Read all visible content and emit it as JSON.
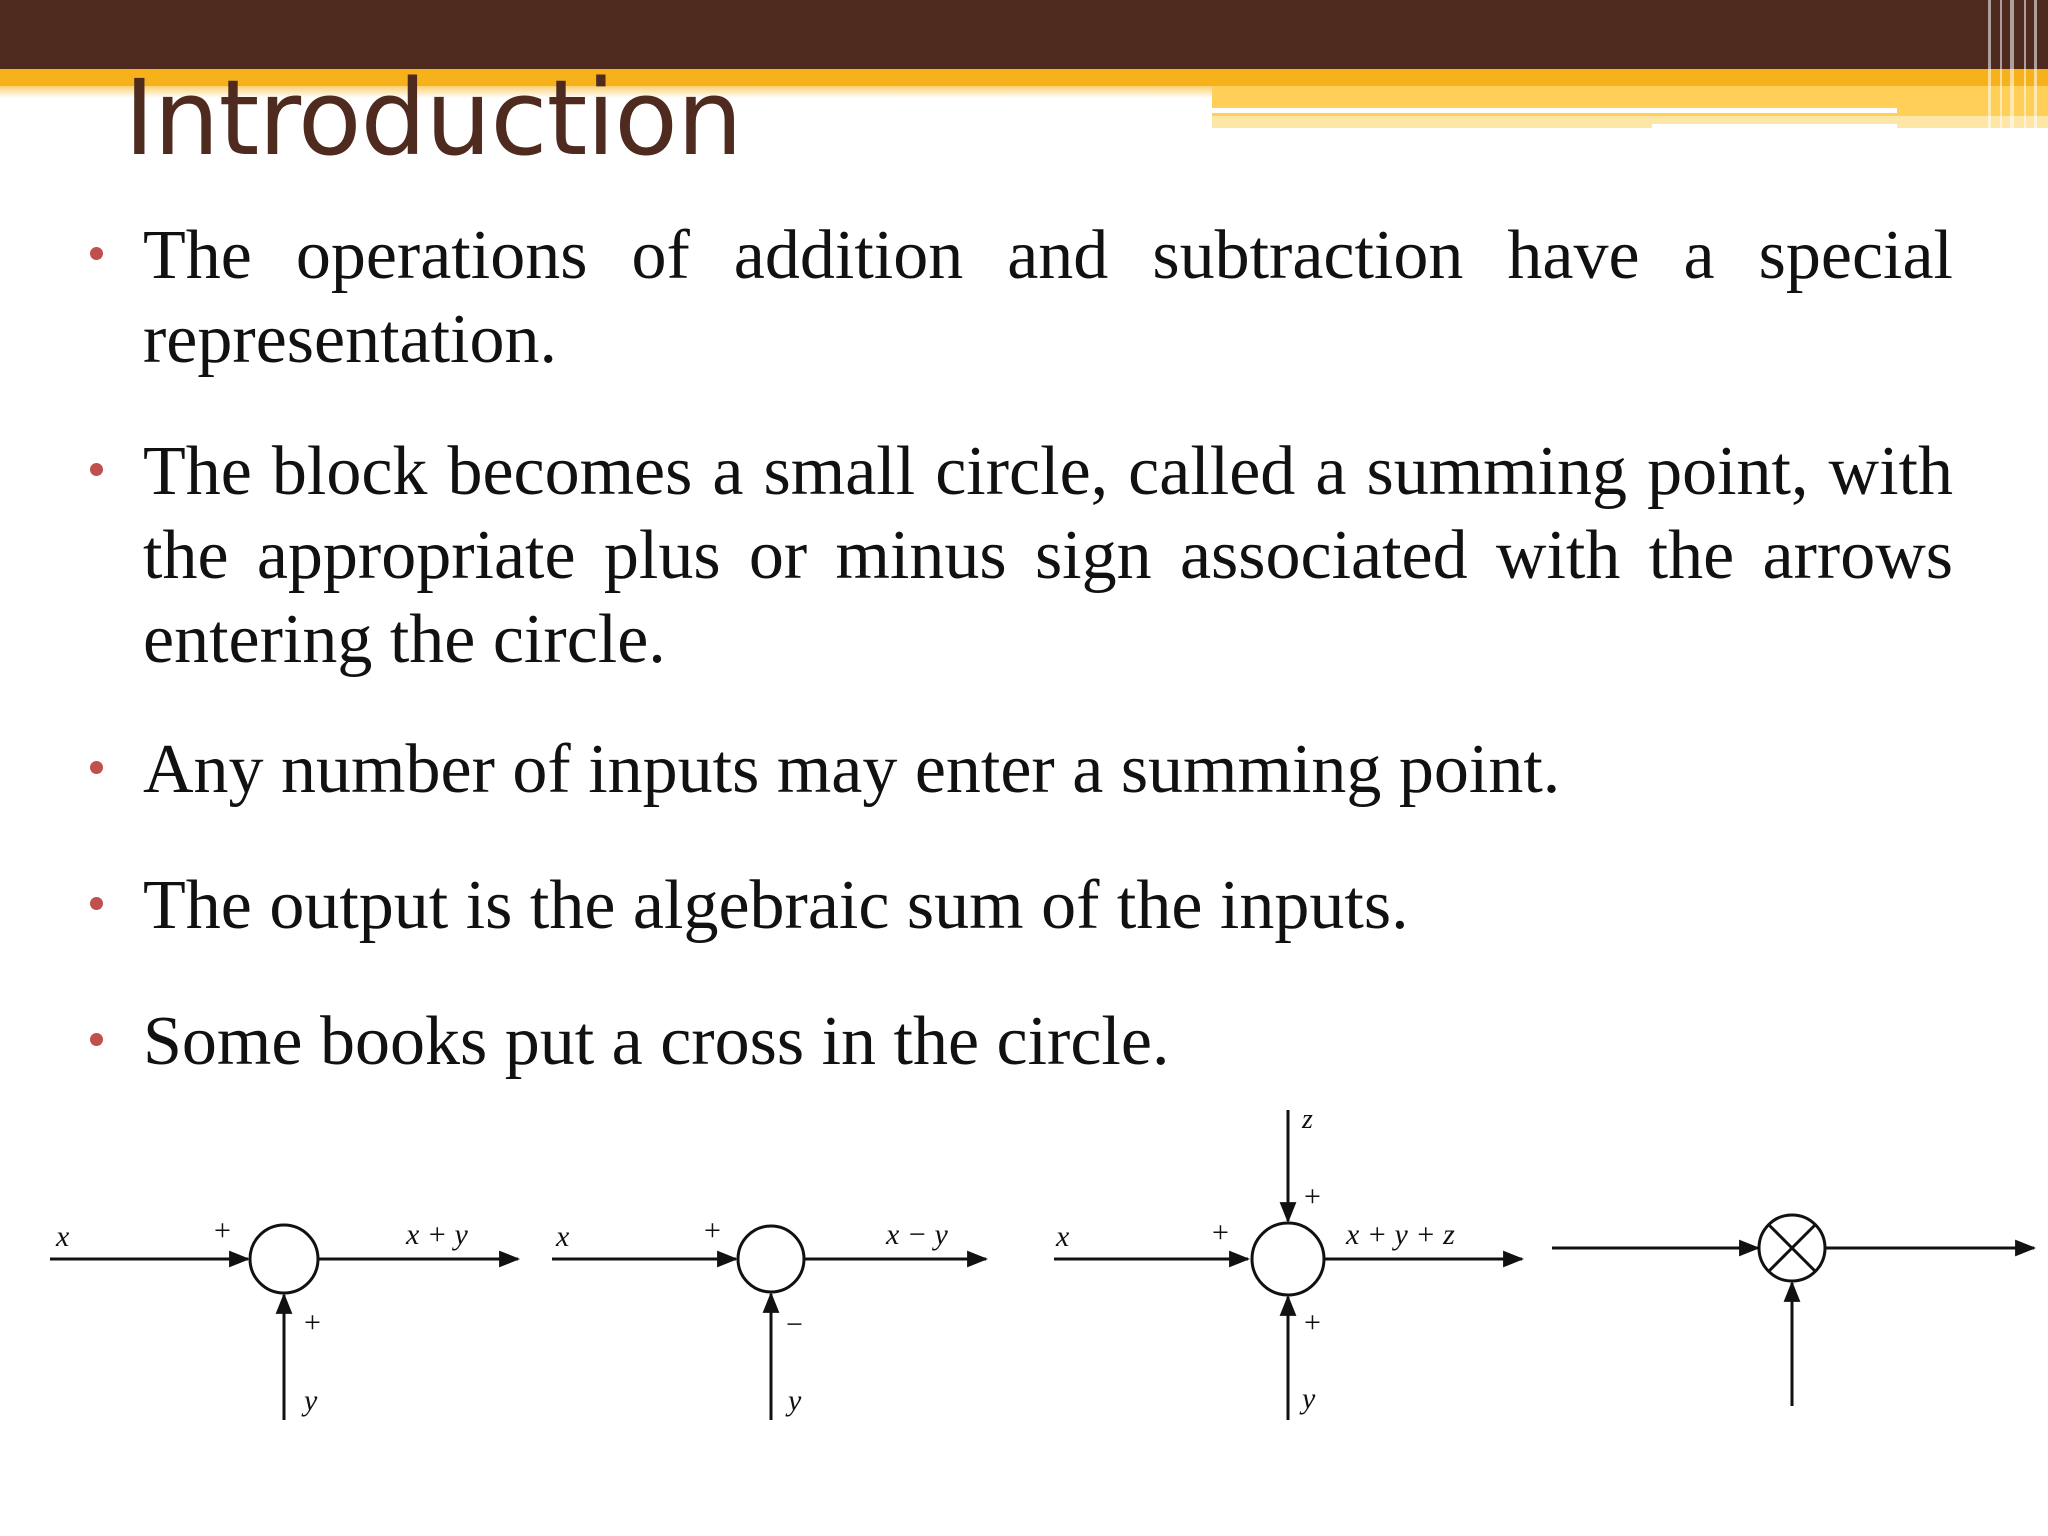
{
  "slide": {
    "title": "Introduction",
    "bullets": [
      "The operations of addition and subtraction have a special representation.",
      "The block becomes a small circle, called a summing point, with the appropriate plus or minus sign associated with the arrows entering the circle.",
      "Any number of inputs may enter a summing point.",
      "The output is the algebraic sum of the inputs.",
      "Some books put a cross in the circle."
    ],
    "bullet_color": "#C0504D",
    "title_color": "#4E2A1F",
    "header_colors": {
      "bar": "#4E2A1F",
      "gold": "#F7B21B"
    }
  },
  "diagrams": {
    "add": {
      "input_x": "x",
      "input_y": "y",
      "sign_x": "+",
      "sign_y": "+",
      "output": "x + y"
    },
    "subtract": {
      "input_x": "x",
      "input_y": "y",
      "sign_x": "+",
      "sign_y": "−",
      "output": "x − y"
    },
    "three_input": {
      "input_x": "x",
      "input_y": "y",
      "input_z": "z",
      "sign_x": "+",
      "sign_y": "+",
      "sign_z": "+",
      "output": "x + y + z"
    }
  }
}
